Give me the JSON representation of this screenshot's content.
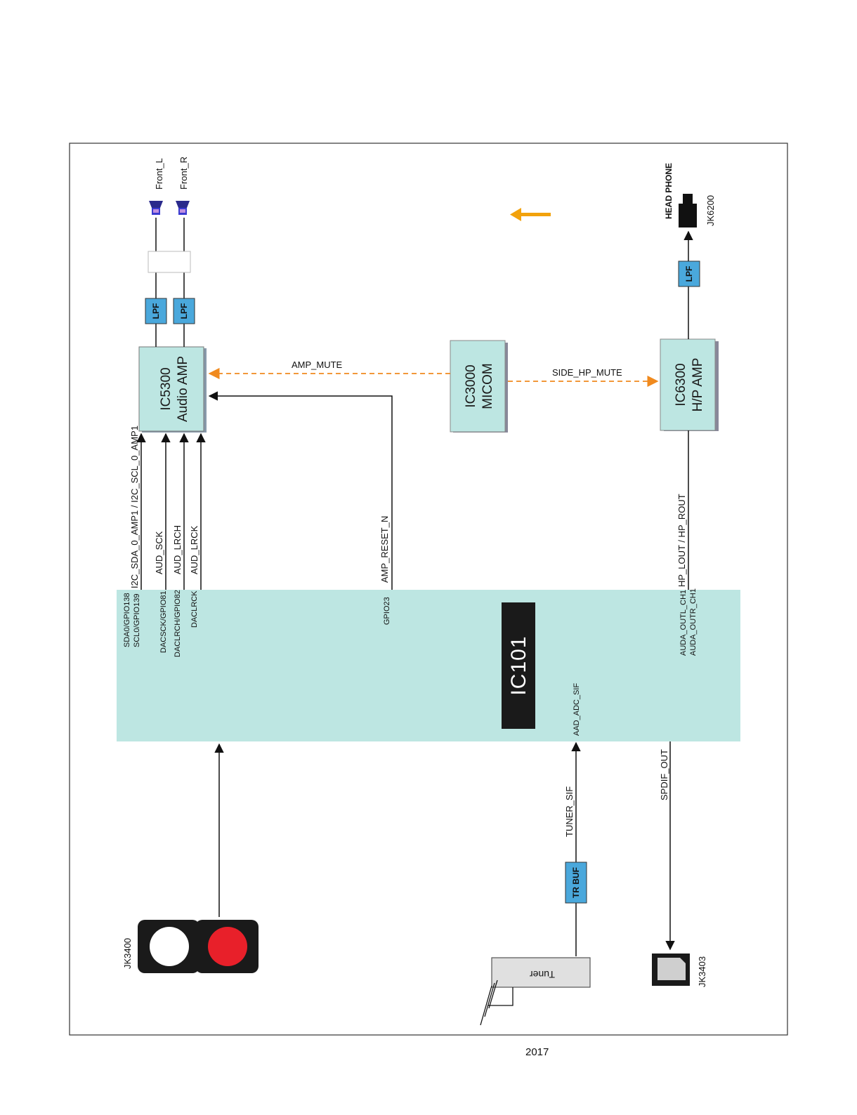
{
  "blocks": {
    "ic101": "IC101",
    "ic5300_line1": "IC5300",
    "ic5300_line2": "Audio AMP",
    "ic3000_line1": "IC3000",
    "ic3000_line2": "MICOM",
    "ic6300_line1": "IC6300",
    "ic6300_line2": "H/P AMP",
    "lpf_1": "LPF",
    "lpf_2": "LPF",
    "lpf_3": "LPF",
    "trbuf": "TR BUF",
    "tuner": "Tuner"
  },
  "connectors": {
    "front_l": "Front_L",
    "front_r": "Front_R",
    "headphone": "HEAD PHONE",
    "jk6200": "JK6200",
    "jk3400": "JK3400",
    "jk3403": "JK3403"
  },
  "signals": {
    "i2c": "I2C_SDA_0_AMP1 / I2C_SCL_0_AMP1",
    "aud_sck": "AUD_SCK",
    "aud_lrch": "AUD_LRCH",
    "aud_lrck": "AUD_LRCK",
    "amp_reset": "AMP_RESET_N",
    "amp_mute": "AMP_MUTE",
    "side_hp_mute": "SIDE_HP_MUTE",
    "hp_out": "HP_LOUT / HP_ROUT",
    "tuner_sif": "TUNER_SIF",
    "spdif_out": "SPDIF_OUT"
  },
  "pins": {
    "sda0": "SDA0/GPIO138",
    "scl0": "SCL0/GPIO139",
    "dacsck": "DACSCK/GPIO81",
    "daclrch": "DACLRCH/GPIO82",
    "daclrck": "DACLRCK",
    "gpio23": "GPIO23",
    "aad_adc_sif": "AAD_ADC_SIF",
    "auda_outl": "AUDA_OUTL_CH1",
    "auda_outr": "AUDA_OUTR_CH1"
  },
  "footer": {
    "year": "2017"
  },
  "colors": {
    "block_fill": "#bde6e2",
    "lpf_fill": "#4aa8dc",
    "mute_line": "#f08a1e",
    "arrow": "#f2a20c",
    "ic_label_bg": "#1a1a1a",
    "rca_red": "#e8202a"
  }
}
